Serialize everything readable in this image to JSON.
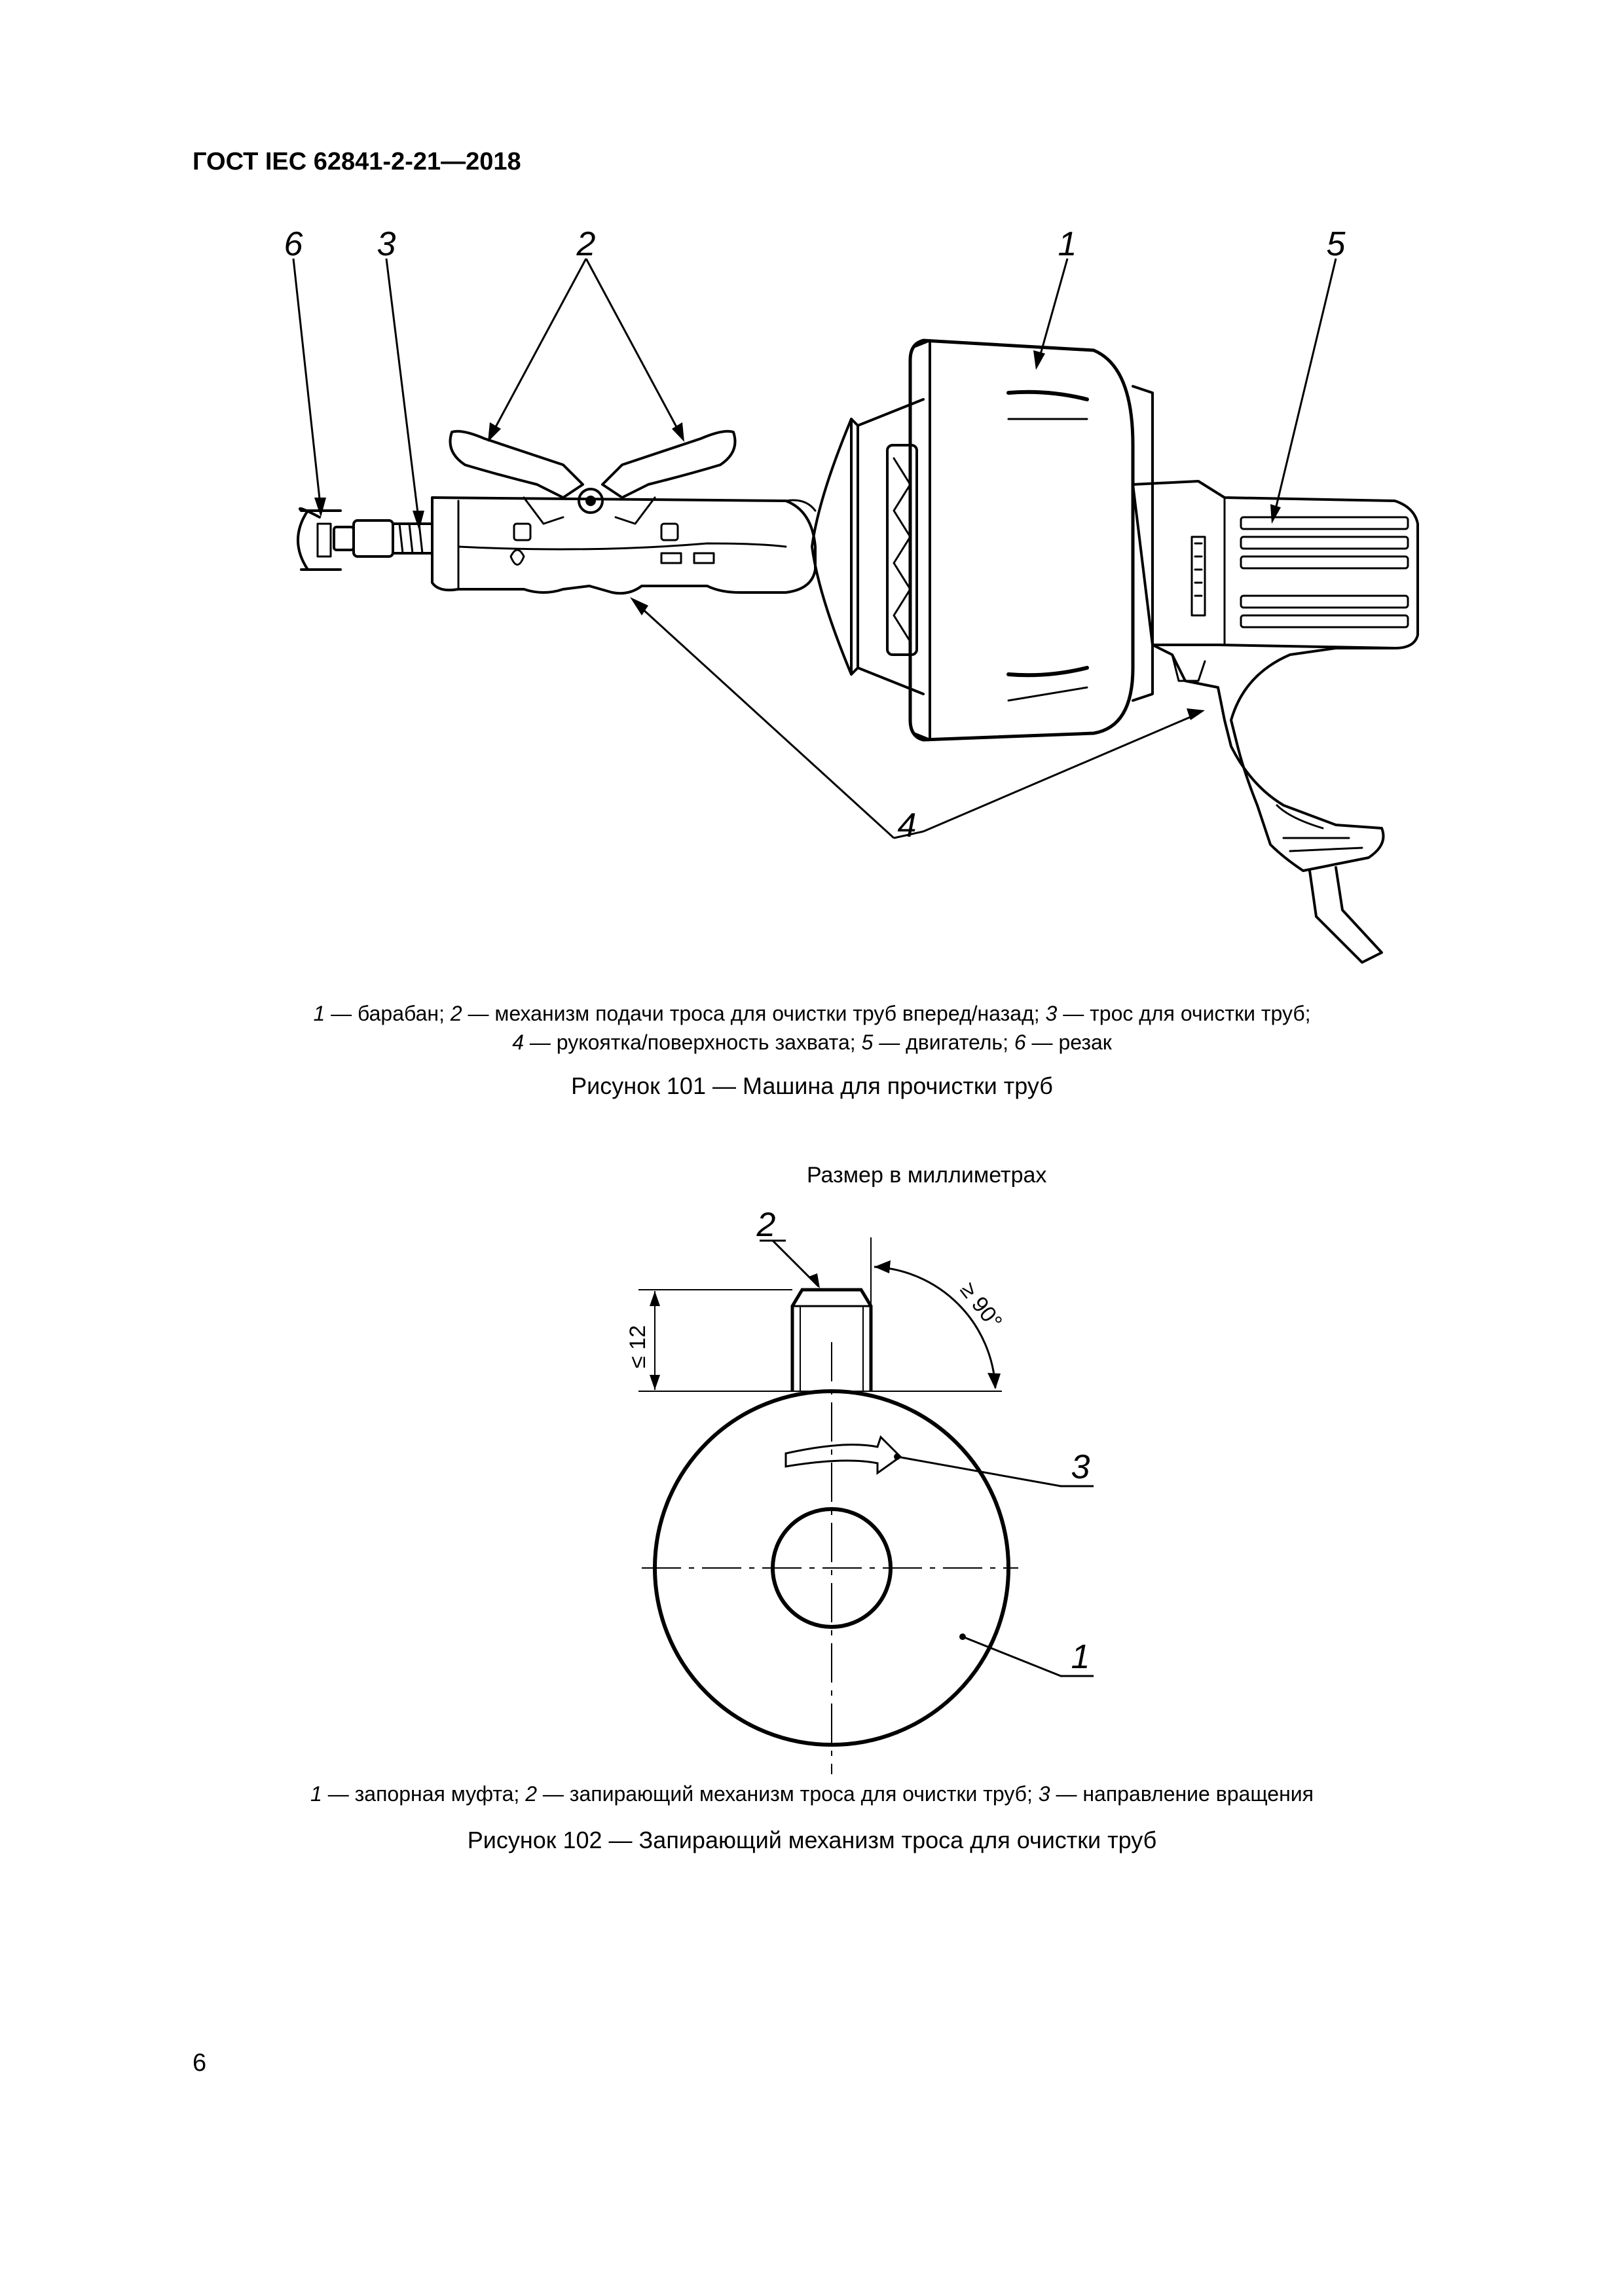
{
  "header": {
    "code": "ГОСТ IEC 62841-2-21—2018"
  },
  "figure101": {
    "labels": {
      "l1": "1",
      "l2": "2",
      "l3": "3",
      "l4": "4",
      "l5": "5",
      "l6": "6"
    },
    "legend_line1": [
      {
        "n": "1",
        "t": " — барабан; "
      },
      {
        "n": "2",
        "t": " — механизм подачи троса для очистки труб вперед/назад; "
      },
      {
        "n": "3",
        "t": " — трос для очистки труб;"
      }
    ],
    "legend_line2": [
      {
        "n": "4",
        "t": " — рукоятка/поверхность захвата; "
      },
      {
        "n": "5",
        "t": " — двигатель; "
      },
      {
        "n": "6",
        "t": " — резак"
      }
    ],
    "caption": "Рисунок 101 — Машина для прочистки труб"
  },
  "figure102": {
    "size_note": "Размер в миллиметрах",
    "labels": {
      "l1": "1",
      "l2": "2",
      "l3": "3"
    },
    "dim_height": "≤ 12",
    "dim_angle": "≥ 90°",
    "legend": [
      {
        "n": "1",
        "t": " — запорная муфта; "
      },
      {
        "n": "2",
        "t": " — запирающий механизм троса для очистки труб; "
      },
      {
        "n": "3",
        "t": " — направление вращения"
      }
    ],
    "caption": "Рисунок 102 — Запирающий механизм троса для очистки труб"
  },
  "page": {
    "number": "6"
  }
}
